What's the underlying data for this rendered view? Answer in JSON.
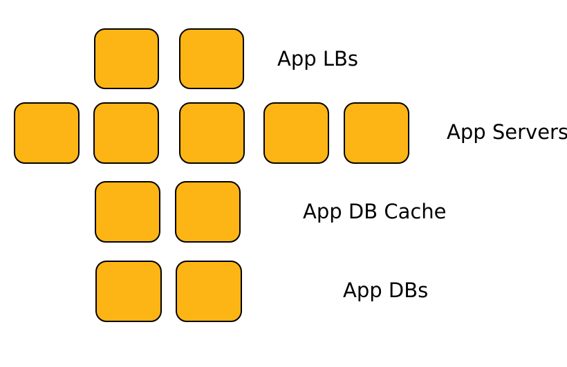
{
  "diagram": {
    "box_fill": "#FDB515",
    "box_stroke": "#000000",
    "tiers": [
      {
        "label": "App LBs",
        "box_count": 2
      },
      {
        "label": "App Servers",
        "box_count": 5
      },
      {
        "label": "App DB Cache",
        "box_count": 2
      },
      {
        "label": "App DBs",
        "box_count": 2
      }
    ]
  }
}
